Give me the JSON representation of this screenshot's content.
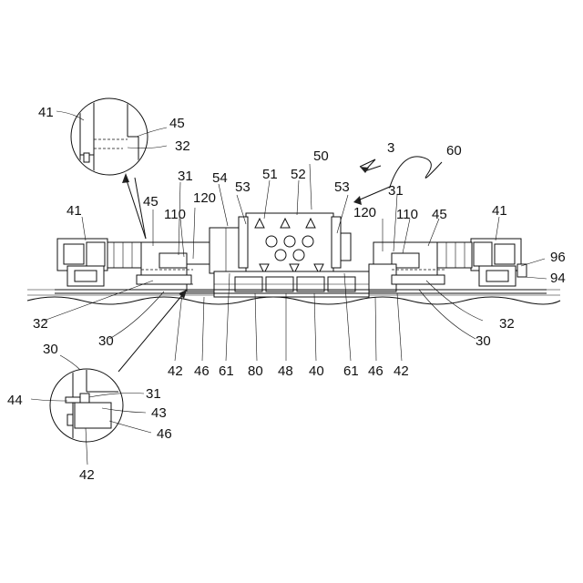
{
  "figure": {
    "labels": {
      "41_detail": "41",
      "45_detail": "45",
      "32_detail": "32",
      "50": "50",
      "3": "3",
      "60": "60",
      "31_left": "31",
      "54": "54",
      "51": "51",
      "52": "52",
      "41_left": "41",
      "45_left": "45",
      "120_left": "120",
      "53_left": "53",
      "110_left": "110",
      "53_right": "53",
      "31_right": "31",
      "120_right": "120",
      "110_right": "110",
      "45_right": "45",
      "41_right": "41",
      "96": "96",
      "94": "94",
      "32_left": "32",
      "30_left": "30",
      "32_right": "32",
      "30_right": "30",
      "42_bottom_left": "42",
      "46_bottom_left": "46",
      "61_left": "61",
      "80": "80",
      "48": "48",
      "40": "40",
      "61_right": "61",
      "46_bottom_right": "46",
      "42_bottom_right": "42",
      "30_detail": "30",
      "44_detail": "44",
      "31_detail": "31",
      "43_detail": "43",
      "46_detail": "46",
      "42_detail": "42"
    }
  }
}
